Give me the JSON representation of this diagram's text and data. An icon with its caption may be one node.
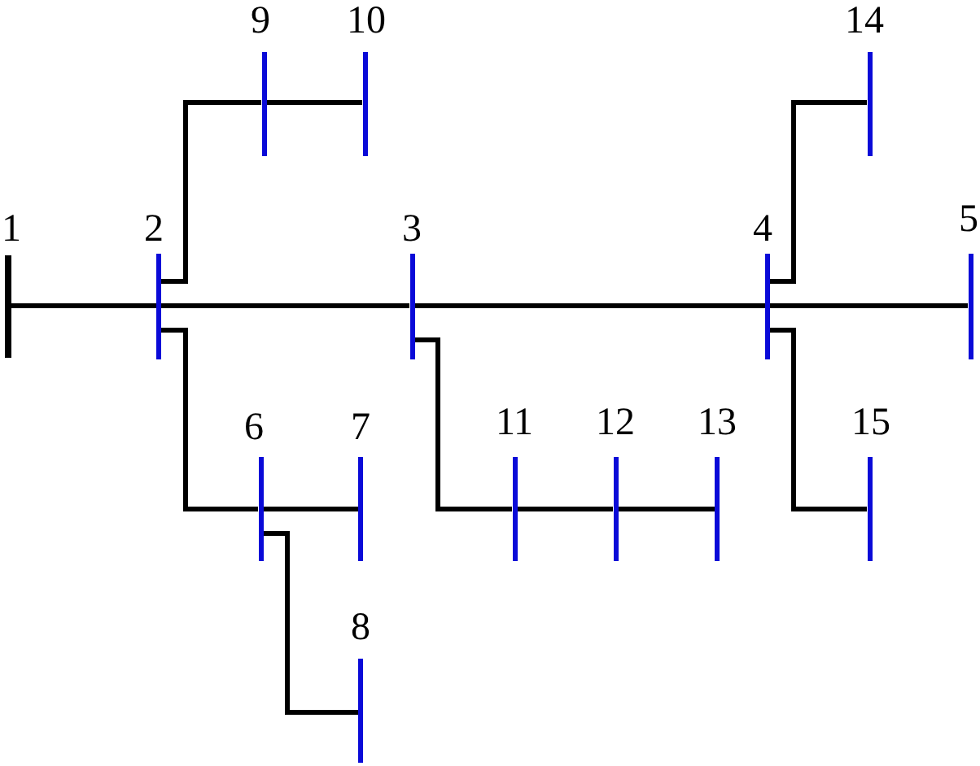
{
  "diagram": {
    "nodes": [
      {
        "text": [
          "1"
        ]
      },
      {
        "text": [
          "2"
        ]
      },
      {
        "text": [
          "3"
        ]
      },
      {
        "text": [
          "4"
        ]
      },
      {
        "text": [
          "5"
        ]
      },
      {
        "text": [
          "6"
        ]
      },
      {
        "text": [
          "7"
        ]
      },
      {
        "text": [
          "8"
        ]
      },
      {
        "text": [
          "9"
        ]
      },
      {
        "text": [
          "10"
        ]
      },
      {
        "text": [
          "11"
        ]
      },
      {
        "text": [
          "12"
        ]
      },
      {
        "text": [
          "13"
        ]
      },
      {
        "text": [
          "14"
        ]
      },
      {
        "text": [
          "15"
        ]
      }
    ],
    "edges": [
      {
        "from": 0,
        "to": 1,
        "arrow": "none"
      },
      {
        "from": 1,
        "to": 2,
        "arrow": "none"
      },
      {
        "from": 2,
        "to": 3,
        "arrow": "none"
      },
      {
        "from": 3,
        "to": 4,
        "arrow": "none"
      },
      {
        "from": 1,
        "to": 8,
        "arrow": "none"
      },
      {
        "from": 8,
        "to": 9,
        "arrow": "none"
      },
      {
        "from": 1,
        "to": 5,
        "arrow": "none"
      },
      {
        "from": 5,
        "to": 6,
        "arrow": "none"
      },
      {
        "from": 5,
        "to": 7,
        "arrow": "none"
      },
      {
        "from": 2,
        "to": 10,
        "arrow": "none"
      },
      {
        "from": 10,
        "to": 11,
        "arrow": "none"
      },
      {
        "from": 11,
        "to": 12,
        "arrow": "none"
      },
      {
        "from": 3,
        "to": 13,
        "arrow": "none"
      },
      {
        "from": 3,
        "to": 14,
        "arrow": "none"
      }
    ]
  }
}
